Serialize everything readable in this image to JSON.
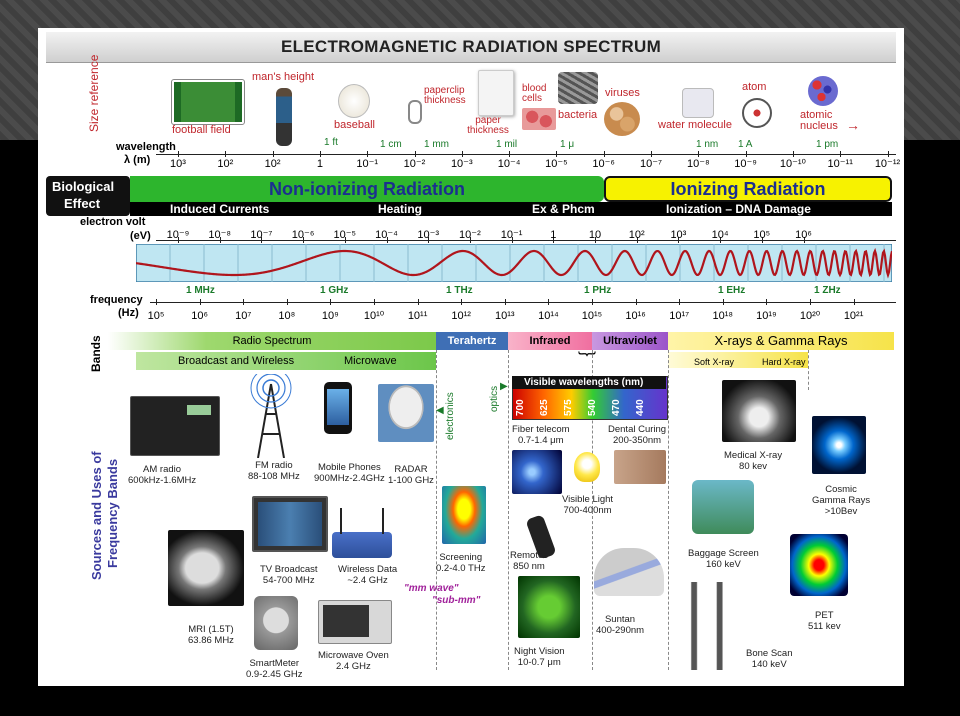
{
  "title": "ELECTROMAGNETIC RADIATION SPECTRUM",
  "size_reference": {
    "axis_label": "Size reference",
    "items": [
      "football field",
      "man's height",
      "baseball",
      "paperclip thickness",
      "paper thickness",
      "blood cells",
      "bacteria",
      "viruses",
      "water molecule",
      "atom",
      "atomic nucleus"
    ]
  },
  "wavelength": {
    "label": "wavelength",
    "unit_label": "λ (m)",
    "named_lengths": [
      "1 ft",
      "1 cm",
      "1 mm",
      "1 mil",
      "1 μ",
      "1 nm",
      "1 A",
      "1 pm"
    ],
    "ticks": [
      "10³",
      "10²",
      "10²",
      "1",
      "10⁻¹",
      "10⁻²",
      "10⁻³",
      "10⁻⁴",
      "10⁻⁵",
      "10⁻⁶",
      "10⁻⁷",
      "10⁻⁸",
      "10⁻⁹",
      "10⁻¹⁰",
      "10⁻¹¹",
      "10⁻¹²"
    ]
  },
  "biological": {
    "label_line1": "Biological",
    "label_line2": "Effect",
    "non_ionizing": "Non-ionizing Radiation",
    "ionizing": "Ionizing Radiation",
    "induced_currents": "Induced Currents",
    "heating": "Heating",
    "ex_phcm": "Ex & Phcm",
    "ionization": "Ionization – DNA Damage"
  },
  "electron_volt": {
    "label": "electron volt",
    "unit_label": "(eV)",
    "ticks": [
      "10⁻⁹",
      "10⁻⁸",
      "10⁻⁷",
      "10⁻⁶",
      "10⁻⁵",
      "10⁻⁴",
      "10⁻³",
      "10⁻²",
      "10⁻¹",
      "1",
      "10",
      "10²",
      "10³",
      "10⁴",
      "10⁵",
      "10⁶"
    ]
  },
  "frequency": {
    "label": "frequency",
    "unit_label": "(Hz)",
    "named": [
      "1 MHz",
      "1 GHz",
      "1 THz",
      "1 PHz",
      "1 EHz",
      "1 ZHz"
    ],
    "ticks": [
      "10⁵",
      "10⁶",
      "10⁷",
      "10⁸",
      "10⁹",
      "10¹⁰",
      "10¹¹",
      "10¹²",
      "10¹³",
      "10¹⁴",
      "10¹⁵",
      "10¹⁶",
      "10¹⁷",
      "10¹⁸",
      "10¹⁹",
      "10²⁰",
      "10²¹"
    ]
  },
  "bands": {
    "label": "Bands",
    "radio_spectrum": "Radio Spectrum",
    "broadcast_wireless": "Broadcast and Wireless",
    "microwave": "Microwave",
    "terahertz": "Terahertz",
    "infrared": "Infrared",
    "ultraviolet": "Ultraviolet",
    "xray_gamma": "X-rays & Gamma Rays",
    "soft_xray": "Soft X-ray",
    "hard_xray": "Hard X-ray"
  },
  "visible": {
    "title": "Visible wavelengths (nm)",
    "values": [
      "700",
      "625",
      "575",
      "540",
      "470",
      "440"
    ],
    "electronics": "electronics",
    "optics": "optics"
  },
  "sources": {
    "axis_line1": "Sources and Uses of",
    "axis_line2": "Frequency Bands",
    "am": [
      "AM radio",
      "600kHz-1.6MHz"
    ],
    "fm": [
      "FM radio",
      "88-108 MHz"
    ],
    "mobile": [
      "Mobile Phones",
      "900MHz-2.4GHz"
    ],
    "radar": [
      "RADAR",
      "1-100 GHz"
    ],
    "tv": [
      "TV Broadcast",
      "54-700 MHz"
    ],
    "mri": [
      "MRI (1.5T)",
      "63.86 MHz"
    ],
    "wireless": [
      "Wireless Data",
      "~2.4 GHz"
    ],
    "smartmeter": [
      "SmartMeter",
      "0.9-2.45 GHz"
    ],
    "microwave_oven": [
      "Microwave Oven",
      "2.4 GHz"
    ],
    "mm_wave": "\"mm wave\"",
    "sub_mm": "\"sub-mm\"",
    "screening": [
      "Screening",
      "0.2-4.0 THz"
    ],
    "fiber": [
      "Fiber telecom",
      "0.7-1.4 μm"
    ],
    "dental": [
      "Dental Curing",
      "200-350nm"
    ],
    "visible_light": [
      "Visible Light",
      "700-400nm"
    ],
    "remotes": [
      "Remotes",
      "850 nm"
    ],
    "night_vision": [
      "Night Vision",
      "10-0.7 μm"
    ],
    "suntan": [
      "Suntan",
      "400-290nm"
    ],
    "medical_xray": [
      "Medical X-ray",
      "80 kev"
    ],
    "cosmic": [
      "Cosmic",
      "Gamma Rays",
      ">10Bev"
    ],
    "baggage": [
      "Baggage Screen",
      "160 keV"
    ],
    "pet": [
      "PET",
      "511 kev"
    ],
    "bone_scan": [
      "Bone Scan",
      "140 keV"
    ]
  },
  "colors": {
    "non_ionizing": "#2db52d",
    "ionizing": "#f7f200",
    "wave": "#b0151c",
    "wave_bg": "#bfe6f2",
    "band_radio": "#9ed86e",
    "band_terahertz": "#3f6fb5",
    "band_infrared": "#f06fa0",
    "band_uv": "#9b54c9",
    "band_xray": "#f6e34a"
  }
}
